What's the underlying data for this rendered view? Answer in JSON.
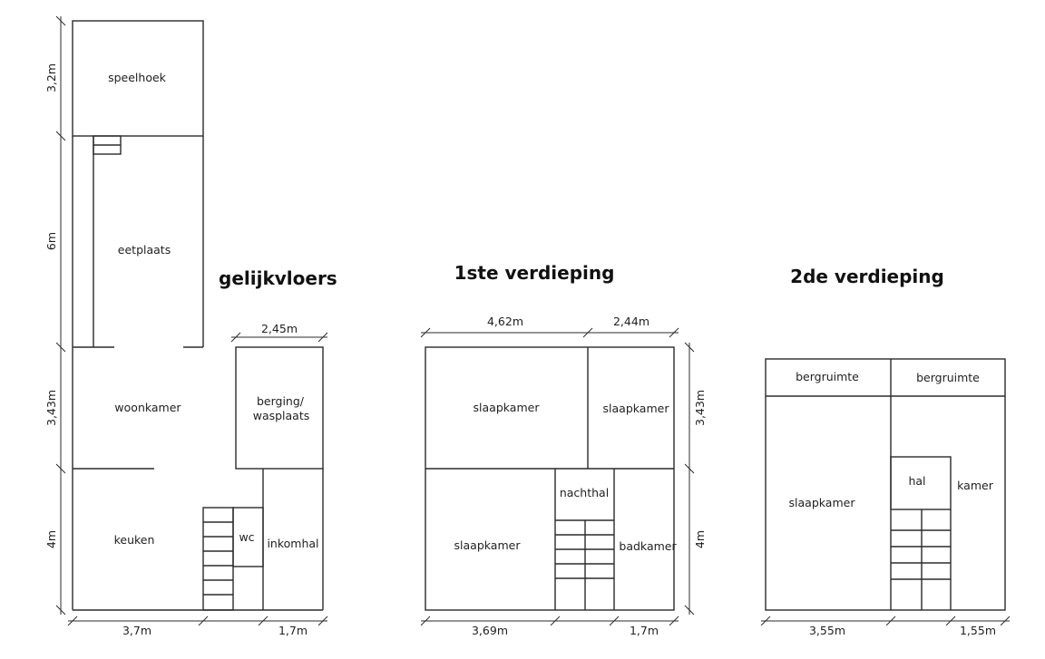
{
  "floors": {
    "ground": {
      "title": "gelijkvloers",
      "rooms": {
        "speelhoek": "speelhoek",
        "eetplaats": "eetplaats",
        "woonkamer": "woonkamer",
        "keuken": "keuken",
        "berging_1": "berging/",
        "berging_2": "wasplaats",
        "wc": "wc",
        "inkomhal": "inkomhal"
      },
      "dims": {
        "speelhoek_h": "3,2m",
        "eetplaats_h": "6m",
        "woonkamer_h": "3,43m",
        "keuken_h": "4m",
        "berging_w": "2,45m",
        "bottom_left": "3,7m",
        "bottom_right": "1,7m"
      }
    },
    "first": {
      "title": "1ste verdieping",
      "rooms": {
        "slaapkamer_tl": "slaapkamer",
        "slaapkamer_tr": "slaapkamer",
        "slaapkamer_bl": "slaapkamer",
        "nachthal": "nachthal",
        "badkamer": "badkamer"
      },
      "dims": {
        "top_left": "4,62m",
        "top_right": "2,44m",
        "right_upper": "3,43m",
        "right_lower": "4m",
        "bottom_left": "3,69m",
        "bottom_right": "1,7m"
      }
    },
    "second": {
      "title": "2de verdieping",
      "rooms": {
        "bergruimte_l": "bergruimte",
        "bergruimte_r": "bergruimte",
        "slaapkamer": "slaapkamer",
        "hal": "hal",
        "kamer": "kamer"
      },
      "dims": {
        "bottom_left": "3,55m",
        "bottom_right": "1,55m"
      }
    }
  }
}
